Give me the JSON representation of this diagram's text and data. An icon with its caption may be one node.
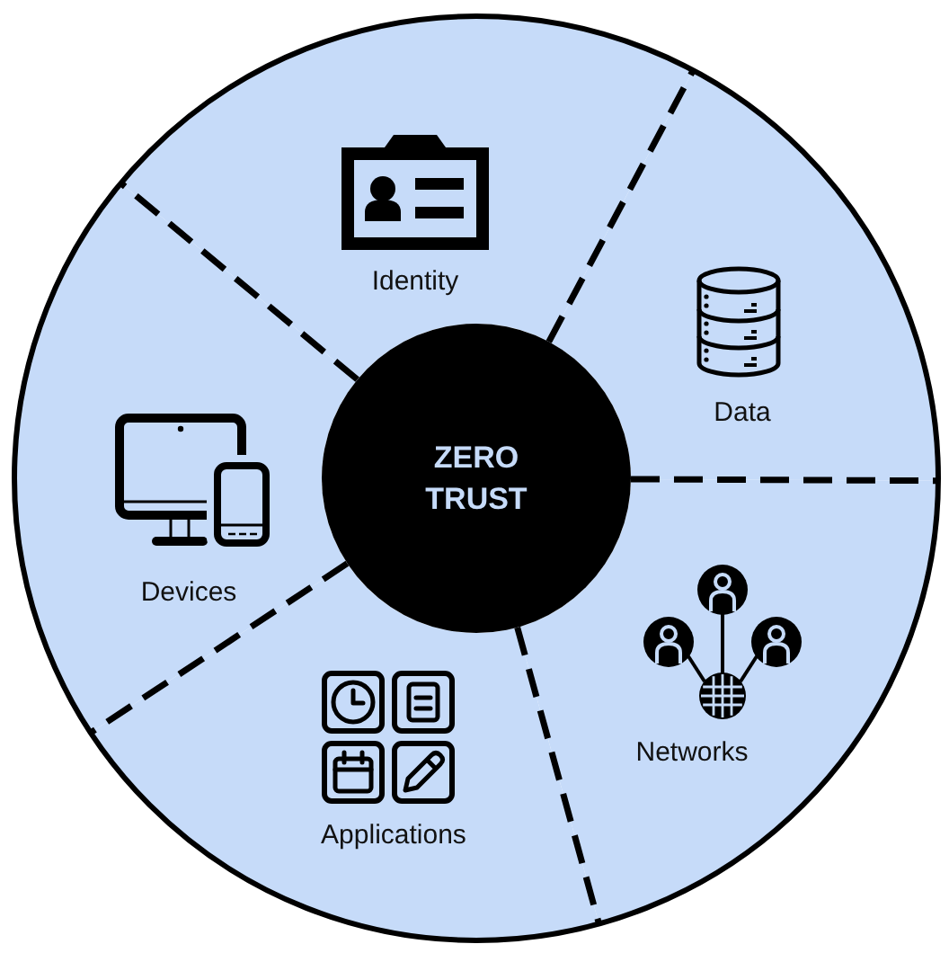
{
  "diagram": {
    "nodes": [
      {
        "text": [
          "ZERO TRUST"
        ]
      },
      {
        "text": [
          "Identity"
        ]
      },
      {
        "text": [
          "Data"
        ]
      },
      {
        "text": [
          "Networks"
        ]
      },
      {
        "text": [
          "Applications"
        ]
      },
      {
        "text": [
          "Devices"
        ]
      }
    ]
  }
}
